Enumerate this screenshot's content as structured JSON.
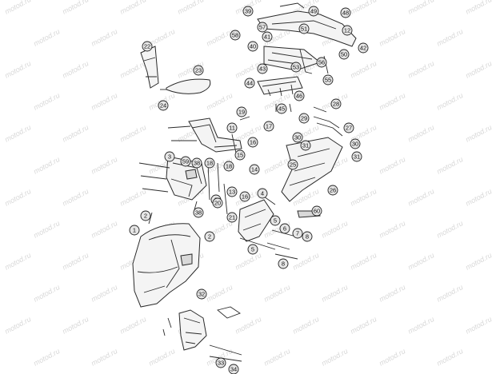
{
  "watermark": {
    "text": "motod.ru"
  },
  "callouts": [
    "1",
    "2",
    "3",
    "4",
    "5",
    "6",
    "7",
    "8",
    "11",
    "12",
    "13",
    "14",
    "15",
    "16",
    "17",
    "18",
    "19",
    "20",
    "21",
    "22",
    "23",
    "24",
    "25",
    "26",
    "27",
    "28",
    "29",
    "30",
    "31",
    "32",
    "33",
    "34",
    "38",
    "39",
    "40",
    "41",
    "42",
    "43",
    "44",
    "45",
    "46",
    "48",
    "49",
    "50",
    "51",
    "53",
    "55",
    "56",
    "57",
    "58",
    "59",
    "60"
  ]
}
